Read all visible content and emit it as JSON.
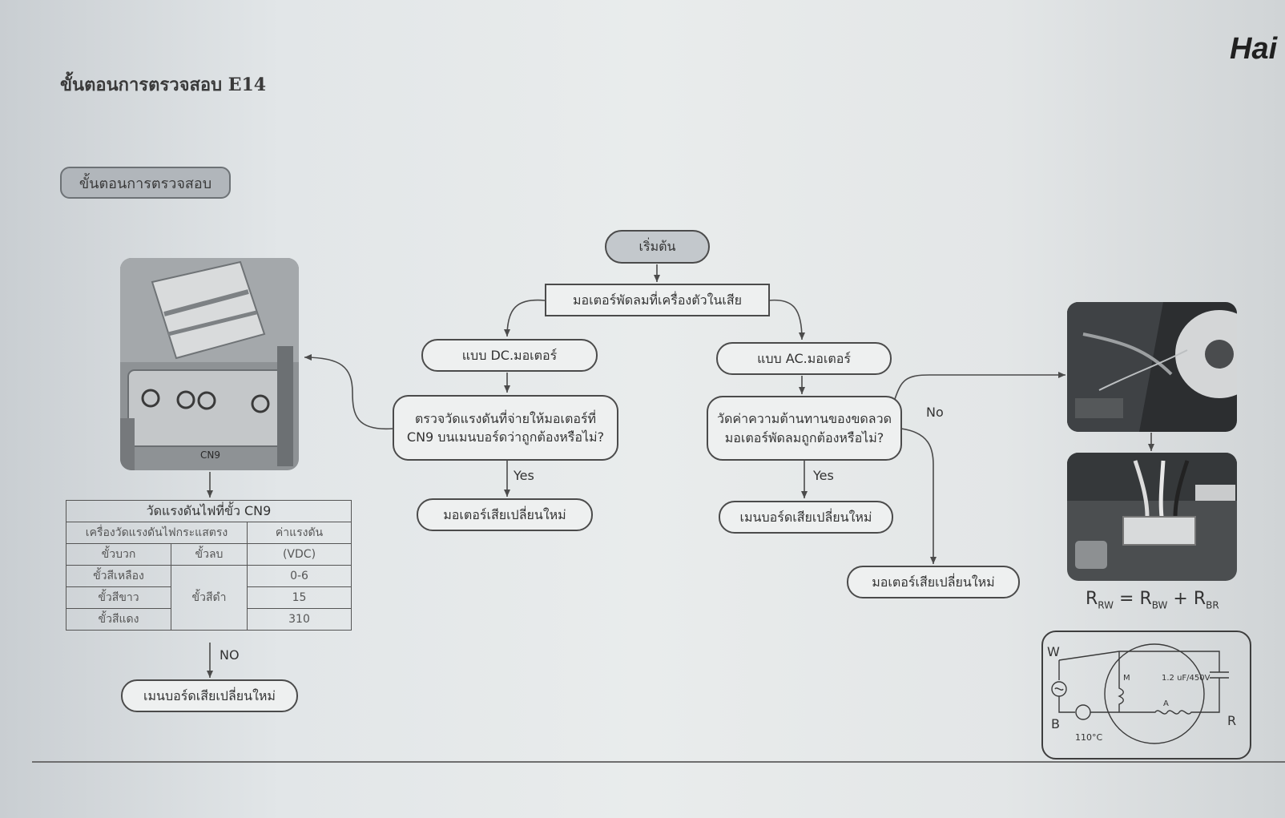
{
  "brand": "Hai",
  "page_title": "ขั้นตอนการตรวจสอบ E14",
  "section_badge": "ขั้นตอนการตรวจสอบ",
  "flow": {
    "start": "เริ่มต้น",
    "fan_motor_fault": "มอเตอร์พัดลมที่เครื่องตัวในเสีย",
    "dc_motor": "แบบ DC.มอเตอร์",
    "ac_motor": "แบบ AC.มอเตอร์",
    "dc_check_line1": "ตรวจวัดแรงดันที่จ่ายให้มอเตอร์ที่",
    "dc_check_line2": "CN9 บนเมนบอร์ดว่าถูกต้องหรือไม่?",
    "ac_check_line1": "วัดค่าความต้านทานของขดลวด",
    "ac_check_line2": "มอเตอร์พัดลมถูกต้องหรือไม่?",
    "yes_label": "Yes",
    "no_label": "No",
    "NO_label": "NO",
    "dc_replace_motor": "มอเตอร์เสียเปลี่ยนใหม่",
    "ac_replace_board": "เมนบอร์ดเสียเปลี่ยนใหม่",
    "ac_replace_motor": "มอเตอร์เสียเปลี่ยนใหม่",
    "left_replace_board": "เมนบอร์ดเสียเปลี่ยนใหม่"
  },
  "photo_cn9_label": "CN9",
  "table": {
    "title": "วัดแรงดันไฟที่ขั้ว CN9",
    "header_meter": "เครื่องวัดแรงดันไฟกระแสตรง",
    "header_value_line1": "ค่าแรงดัน",
    "header_value_line2": "(VDC)",
    "probe_pos": "ขั้วบวก",
    "probe_neg": "ขั้วลบ",
    "common_wire": "ขั้วสีดำ",
    "rows": [
      {
        "wire": "ขั้วสีเหลือง",
        "value": "0-6"
      },
      {
        "wire": "ขั้วสีขาว",
        "value": "15"
      },
      {
        "wire": "ขั้วสีแดง",
        "value": "310"
      }
    ]
  },
  "formula": {
    "lhs": "R",
    "lhs_sub": "RW",
    "rhs1": "R",
    "rhs1_sub": "BW",
    "rhs2": "R",
    "rhs2_sub": "BR"
  },
  "circuit": {
    "w": "W",
    "b": "B",
    "r": "R",
    "m": "M",
    "a": "A",
    "cap": "1.2 uF/450V",
    "temp": "110°C"
  },
  "colors": {
    "background": "#e6e9ea",
    "line": "#4b4b4b",
    "start_fill": "#c3c8cc",
    "badge_fill": "#b1b6bb"
  }
}
